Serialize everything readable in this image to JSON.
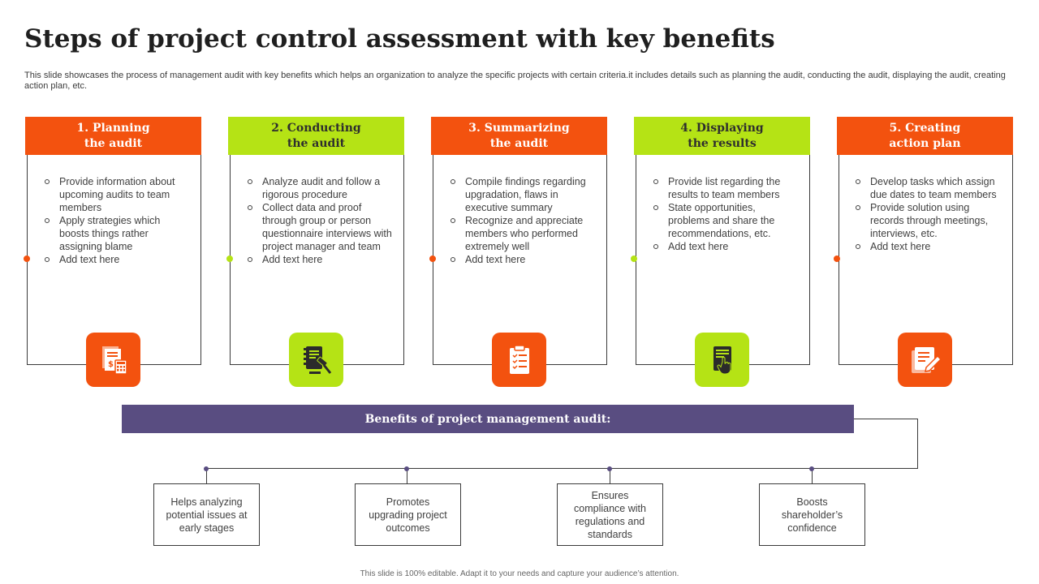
{
  "title": "Steps of project control assessment with key benefits",
  "subtitle": "This slide showcases the process of management audit with key benefits which helps an organization to analyze the specific projects with certain criteria.it includes details such as planning the audit, conducting the audit, displaying the audit, creating action plan, etc.",
  "steps": [
    {
      "heading": "1.  Planning\nthe audit",
      "color": "#f3520f",
      "icon": "document-calculator-icon",
      "bullets": [
        "Provide information about upcoming audits to team members",
        "Apply strategies which boosts things rather assigning blame",
        "Add text here"
      ]
    },
    {
      "heading": "2. Conducting\nthe audit",
      "color": "#b5e315",
      "icon": "book-gavel-icon",
      "bullets": [
        "Analyze audit and follow a rigorous procedure",
        "Collect data and proof through group or person questionnaire interviews with project manager and team",
        "Add text here"
      ]
    },
    {
      "heading": "3. Summarizing\nthe audit",
      "color": "#f3520f",
      "icon": "clipboard-checklist-icon",
      "bullets": [
        "Compile findings regarding upgradation, flaws in executive summary",
        "Recognize and appreciate members who performed extremely well",
        "Add text here"
      ]
    },
    {
      "heading": "4. Displaying\nthe results",
      "color": "#b5e315",
      "icon": "touchscreen-hand-icon",
      "bullets": [
        "Provide list regarding the results to team members",
        "State opportunities, problems and share the recommendations, etc.",
        "Add text here"
      ]
    },
    {
      "heading": "5. Creating\naction plan",
      "color": "#f3520f",
      "icon": "edit-document-icon",
      "bullets": [
        "Develop tasks which assign due dates to team members",
        "Provide solution using records through meetings, interviews, etc.",
        "Add text here"
      ]
    }
  ],
  "benefits": {
    "heading": "Benefits of project management audit:",
    "color": "#594d81",
    "items": [
      "Helps analyzing potential issues at early stages",
      "Promotes upgrading project outcomes",
      "Ensures compliance with regulations and standards",
      "Boosts shareholder’s confidence"
    ]
  },
  "footer": "This slide is 100% editable. Adapt it to your needs and capture your audience’s attention."
}
